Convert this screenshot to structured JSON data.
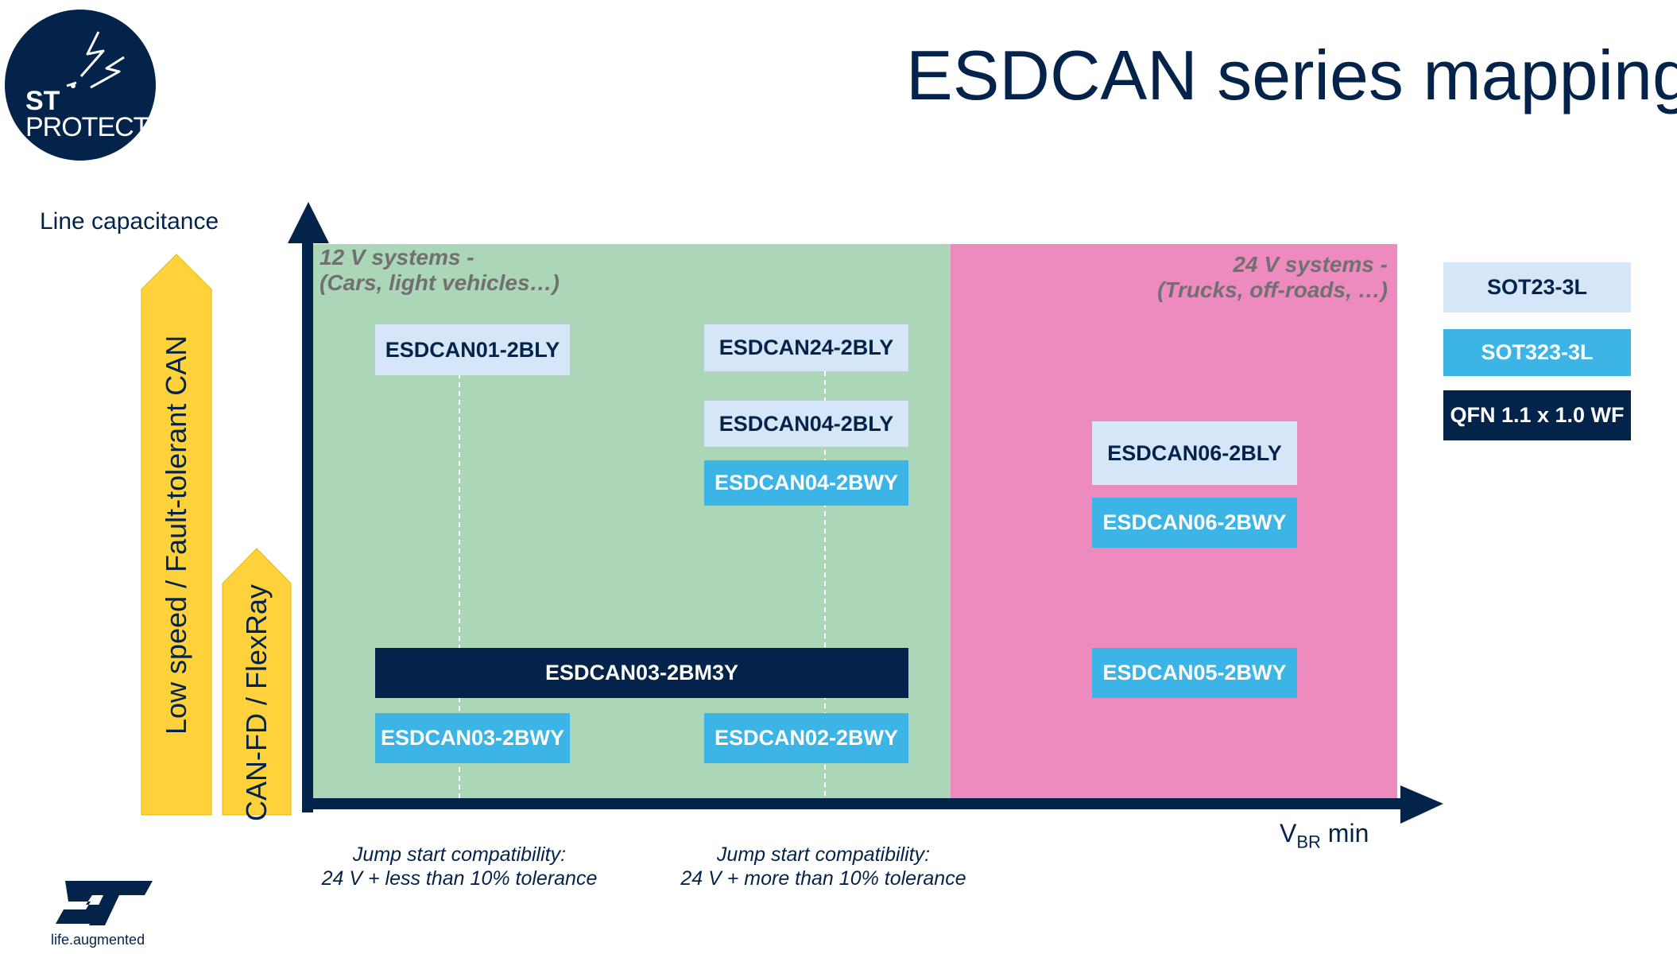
{
  "title": "ESDCAN series mapping",
  "logo": {
    "line1": "ST",
    "line2": "PROTECT",
    "icon": "lightning-bolt-icon"
  },
  "brand": {
    "tagline": "life.augmented",
    "icon": "st-logo-icon"
  },
  "y_axis_label": "Line capacitance",
  "x_axis_label": {
    "main": "V",
    "sub": "BR",
    "suffix": " min"
  },
  "zones": [
    {
      "line1": "12 V systems -",
      "line2": "(Cars, light vehicles…)"
    },
    {
      "line1": "24 V systems -",
      "line2": "(Trucks, off-roads, …)"
    }
  ],
  "categories": [
    {
      "label": "Low speed / Fault-tolerant CAN"
    },
    {
      "label": "CAN-FD / FlexRay"
    }
  ],
  "legend": [
    {
      "label": "SOT23-3L",
      "package": "light"
    },
    {
      "label": "SOT323-3L",
      "package": "mid"
    },
    {
      "label": "QFN 1.1 x 1.0 WF",
      "package": "dark"
    }
  ],
  "products": {
    "p1": "ESDCAN01-2BLY",
    "p2": "ESDCAN24-2BLY",
    "p3": "ESDCAN04-2BLY",
    "p4": "ESDCAN04-2BWY",
    "p5": "ESDCAN06-2BLY",
    "p6": "ESDCAN06-2BWY",
    "p7": "ESDCAN03-2BM3Y",
    "p8": "ESDCAN05-2BWY",
    "p9": "ESDCAN03-2BWY",
    "p10": "ESDCAN02-2BWY"
  },
  "captions": [
    {
      "line1": "Jump start compatibility:",
      "line2": "24 V + less than 10% tolerance"
    },
    {
      "line1": "Jump start compatibility:",
      "line2": "24 V + more than 10% tolerance"
    }
  ],
  "colors": {
    "navy": "#03234b",
    "green_zone": "#abd6b7",
    "pink_zone": "#ee8bbe",
    "yellow": "#ffd23c",
    "light_blue": "#d5e6f8",
    "mid_blue": "#3cb4e6"
  }
}
